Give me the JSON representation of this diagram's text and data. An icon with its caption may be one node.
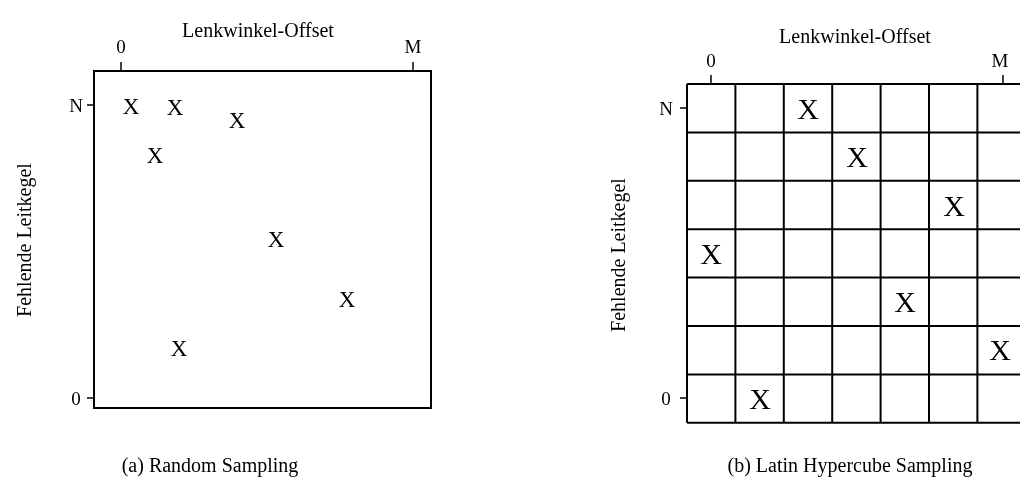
{
  "diagram": {
    "labels": [
      "Lenkwinkel-Offset",
      "0",
      "M",
      "N",
      "X",
      "X",
      "X",
      "X",
      "X",
      "X",
      "X",
      "0",
      "Fehlende Leitkegel",
      "(a) Random Sampling",
      "Lenkwinkel-Offset",
      "0",
      "M",
      "N",
      "X",
      "X",
      "X",
      "X",
      "X",
      "X",
      "X",
      "0",
      "Fehlende Leitkegel",
      "(b) Latin Hypercube Sampling"
    ]
  }
}
